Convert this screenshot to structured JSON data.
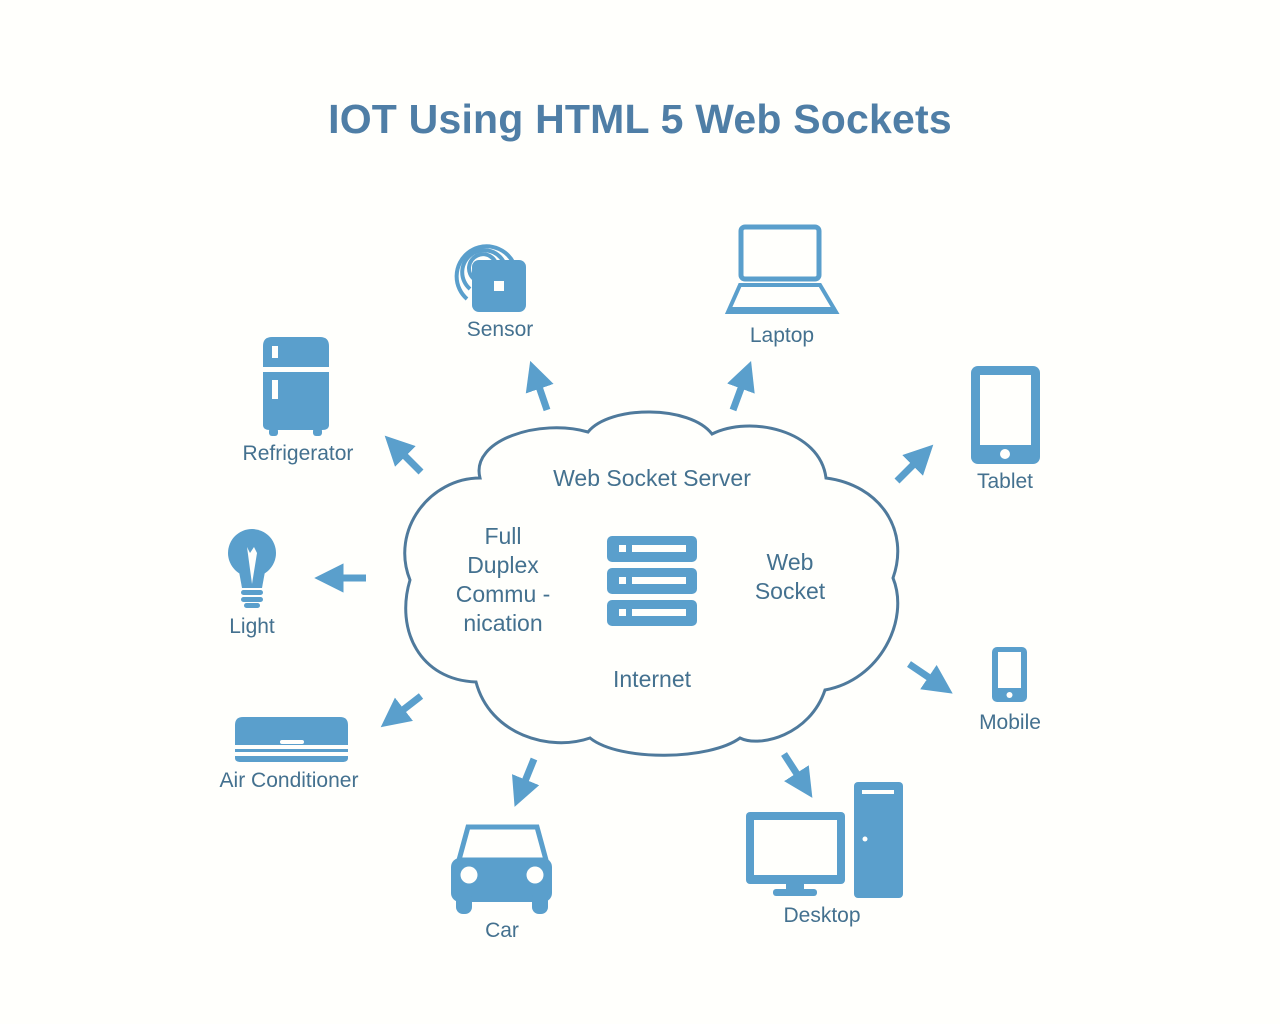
{
  "title": "IOT Using HTML 5 Web Sockets",
  "colors": {
    "icon": "#5a9fcc",
    "cloud_stroke": "#4f7a9c",
    "text": "#44718f",
    "title": "#4f7ea6",
    "background": "#fffffc"
  },
  "cloud": {
    "top_label": "Web Socket Server",
    "left_label": [
      "Full",
      "Duplex",
      "Commu -",
      "nication"
    ],
    "right_label": [
      "Web",
      "Socket"
    ],
    "bottom_label": "Internet",
    "center_icon": "server-icon"
  },
  "devices": [
    {
      "id": "sensor",
      "label": "Sensor",
      "icon": "sensor-icon"
    },
    {
      "id": "laptop",
      "label": "Laptop",
      "icon": "laptop-icon"
    },
    {
      "id": "tablet",
      "label": "Tablet",
      "icon": "tablet-icon"
    },
    {
      "id": "mobile",
      "label": "Mobile",
      "icon": "mobile-icon"
    },
    {
      "id": "desktop",
      "label": "Desktop",
      "icon": "desktop-icon"
    },
    {
      "id": "car",
      "label": "Car",
      "icon": "car-icon"
    },
    {
      "id": "air_conditioner",
      "label": "Air Conditioner",
      "icon": "air-conditioner-icon"
    },
    {
      "id": "light",
      "label": "Light",
      "icon": "light-bulb-icon"
    },
    {
      "id": "refrigerator",
      "label": "Refrigerator",
      "icon": "refrigerator-icon"
    }
  ]
}
